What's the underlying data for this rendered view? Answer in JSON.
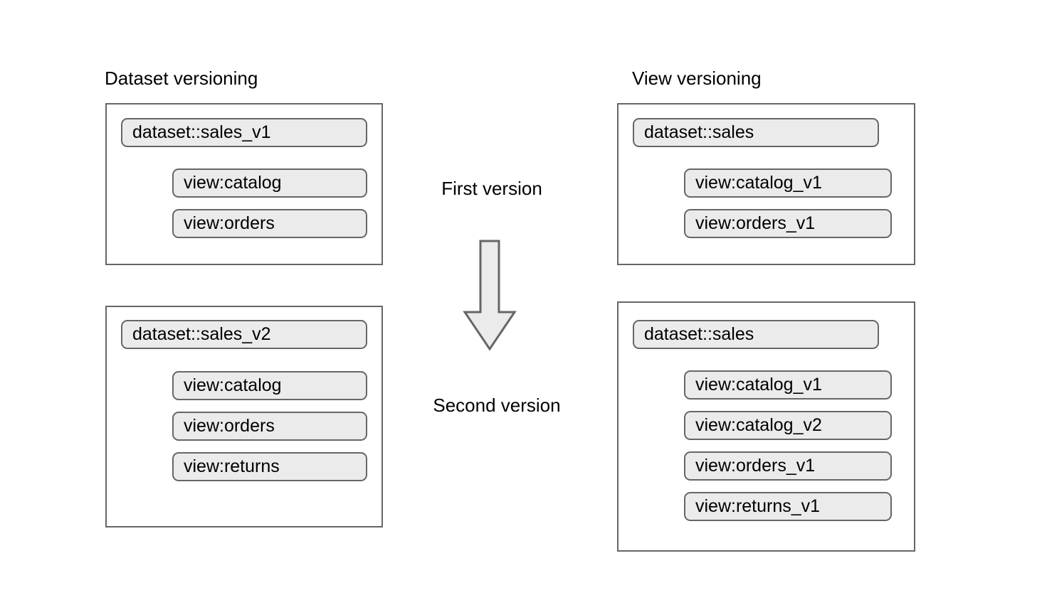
{
  "diagram": {
    "columns": {
      "left": {
        "title": "Dataset versioning",
        "groups": [
          {
            "id": "dataset-v1",
            "dataset": "dataset::sales_v1",
            "views": [
              "view:catalog",
              "view:orders"
            ]
          },
          {
            "id": "dataset-v2",
            "dataset": "dataset::sales_v2",
            "views": [
              "view:catalog",
              "view:orders",
              "view:returns"
            ]
          }
        ]
      },
      "right": {
        "title": "View versioning",
        "groups": [
          {
            "id": "view-v1",
            "dataset": "dataset::sales",
            "views": [
              "view:catalog_v1",
              "view:orders_v1"
            ]
          },
          {
            "id": "view-v2",
            "dataset": "dataset::sales",
            "views": [
              "view:catalog_v1",
              "view:catalog_v2",
              "view:orders_v1",
              "view:returns_v1"
            ]
          }
        ]
      }
    },
    "center": {
      "first_label": "First version",
      "second_label": "Second version",
      "arrow_icon": "arrow-down-icon",
      "arrow_direction": "down"
    },
    "colors": {
      "background": "#ffffff",
      "pill_fill": "#ebebeb",
      "pill_border": "#666666",
      "box_border": "#666666",
      "arrow_fill": "#ebebeb",
      "arrow_border": "#666666",
      "text": "#000000"
    }
  }
}
